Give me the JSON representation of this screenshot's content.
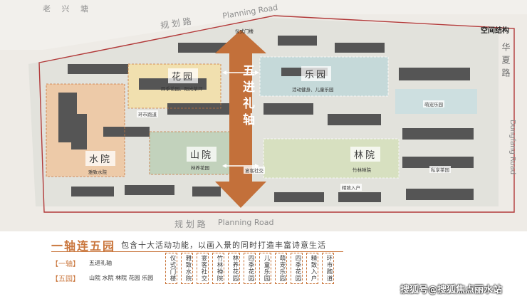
{
  "roads": {
    "top_left": "老    兴    塘",
    "top_cn": "规 划 路",
    "top_en": "Planning Road",
    "bottom_cn": "规 划 路",
    "bottom_en": "Planning Road",
    "right_cn": "华夏路",
    "right_en": "Dongfang Road"
  },
  "section_title": "空间结构",
  "axis": {
    "label": "五进礼轴",
    "top_tag": "仪式门楼"
  },
  "zones": [
    {
      "name": "花园",
      "sub": "四季花园、阳光草坪"
    },
    {
      "name": "乐园",
      "sub": "活动健身、儿童乐园"
    },
    {
      "name": "山院",
      "sub": "林养花园"
    },
    {
      "name": "林院",
      "sub": "竹林禅院"
    },
    {
      "name": "水院",
      "sub": "雅致水院"
    }
  ],
  "tags": {
    "path": "环市跑道",
    "family": "萌宠乐园",
    "social": "私享茶园",
    "center": "宴客社交",
    "entrance": "精致入户"
  },
  "legend": {
    "title": "一轴连五园",
    "desc": "包含十大活动功能，以画入景的同时打造丰富诗意生活",
    "axis_label": "【一轴】",
    "axis_text": "五进礼轴",
    "parks_label": "【五园】",
    "parks_text": "山院  水院  林院  花园  乐园",
    "activities": [
      "仪式门楼",
      "雅致水院",
      "宴客社交",
      "竹林禅院",
      "林养花园",
      "四季花园",
      "儿童乐园",
      "萌宠乐园",
      "四季花园",
      "精致入户",
      "环市跑道"
    ]
  },
  "watermark": "搜狐号@搜狐焦点丽水站",
  "colors": {
    "accent": "#c9753b",
    "arrow": "#c3703a",
    "boundary": "#b23a3a"
  }
}
